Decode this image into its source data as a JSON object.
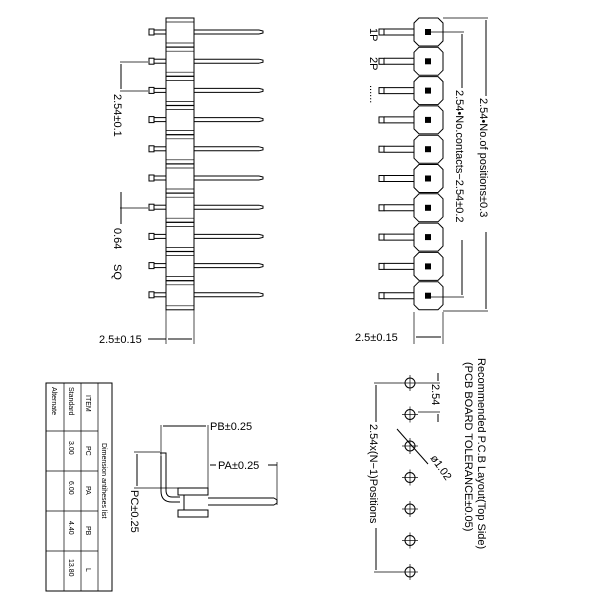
{
  "drawing": {
    "side_view": {
      "pin_count": 10,
      "pitch_label": "2.54±0.1",
      "pin_size_label": "0.64",
      "pin_shape_label": "SQ",
      "body_width_label": "2.5±0.15"
    },
    "front_view": {
      "pin_count": 10,
      "pin_labels": [
        "1P",
        "2P",
        "......"
      ],
      "overall_length_label": "2.54•No.of  positions±0.3",
      "contact_span_label": "2.54•No.contacts−2.54±0.2",
      "body_width_label": "2.5±0.15"
    },
    "dimension_table": {
      "title": "Dimension antiheses list",
      "headers": [
        "ITEM",
        "PC",
        "PA",
        "PB",
        "L"
      ],
      "rows": [
        [
          "Standard",
          "3.00",
          "6.00",
          "4.40",
          "13.80"
        ],
        [
          "Alternate",
          "",
          "",
          "",
          ""
        ]
      ]
    },
    "profile_view": {
      "pb_label": "PB±0.25",
      "pa_label": "PA±0.25",
      "pc_label": "PC±0.25"
    },
    "pcb_layout": {
      "title": "Recommended  P.C.B  Layout(Top  Side)",
      "subtitle": "(PCB  BOARD  TOLERANCE±0.05)",
      "hole_count": 7,
      "pitch_label": "2.54",
      "hole_diameter_label": "ø1.02",
      "span_label": "2.54x(N−1)Positions"
    }
  }
}
